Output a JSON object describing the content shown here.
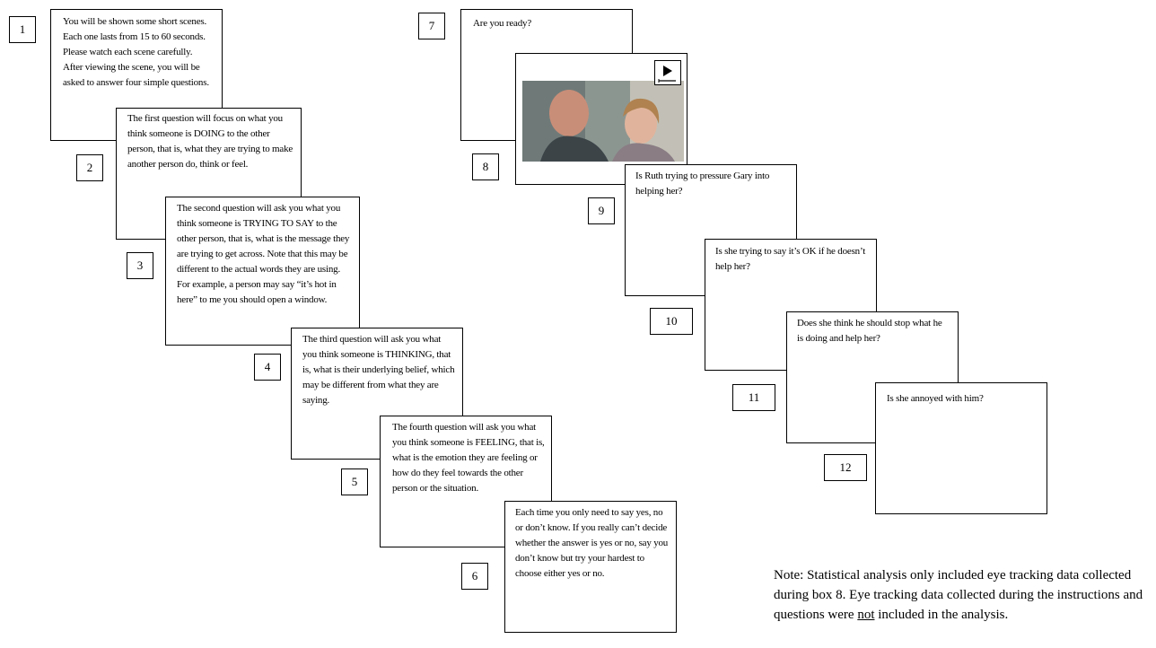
{
  "numbers": [
    "1",
    "2",
    "3",
    "4",
    "5",
    "6",
    "7",
    "8",
    "9",
    "10",
    "11",
    "12"
  ],
  "texts": {
    "b1": "You will be shown some short scenes. Each one lasts from 15 to 60 seconds. Please watch each scene carefully. After viewing the scene, you will be asked to answer four simple questions.",
    "b2": "The first question will focus on what you think someone is DOING to the other person, that is, what they are trying to make another person do, think or feel.",
    "b3": "The second question will ask you what you think someone is TRYING TO SAY to the other person, that is, what is the message they are trying to get across. Note that this may be different to the actual words they are using. For example, a person may say “it’s hot in here” to me you should open a window.",
    "b4": "The third question will ask you what you think someone is THINKING, that is, what is their underlying belief, which may be different from what they are saying.",
    "b5": "The fourth question will ask you what you think someone is FEELING, that is, what is the emotion they are feeling or how do they feel towards the other person or the situation.",
    "b6": "Each time you only need to say yes, no or don’t know. If you really can’t decide  whether the answer is yes or no, say you don’t know but try your hardest to choose either yes or no.",
    "b7": "Are you ready?",
    "b9": "Is Ruth trying to pressure Gary into helping her?",
    "b10": "Is she trying to say it’s OK if he doesn’t help her?",
    "b11": "Does she think he should stop what he is doing and help her?",
    "b12": "Is she annoyed with him?"
  },
  "note": {
    "part1": "Note: Statistical analysis only included eye tracking data collected during box 8. Eye tracking data collected during the instructions and questions were ",
    "underlined": "not",
    "part2": " included in the analysis."
  },
  "icons": {
    "video_play": "play-icon",
    "video_frame": "video-still-icon"
  }
}
